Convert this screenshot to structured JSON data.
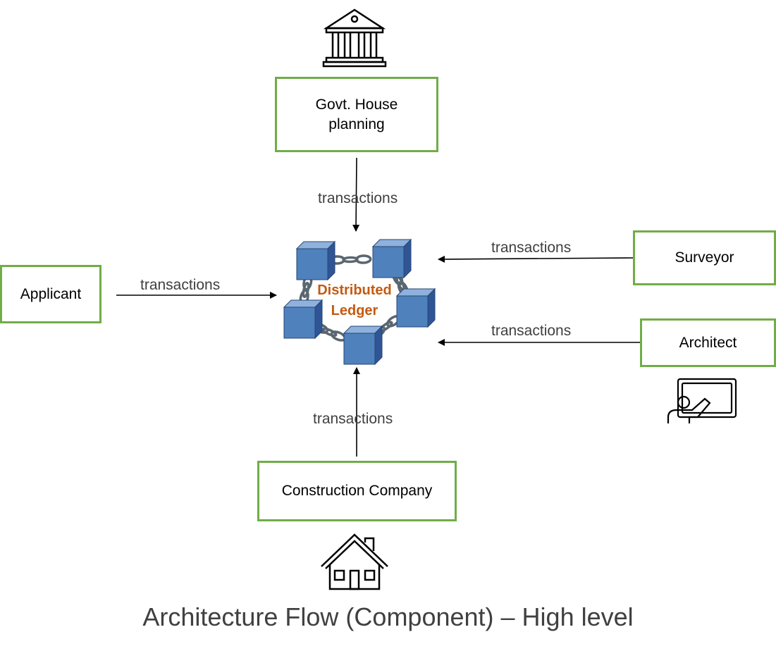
{
  "diagram": {
    "nodes": {
      "govt": {
        "label": "Govt. House planning"
      },
      "applicant": {
        "label": "Applicant"
      },
      "surveyor": {
        "label": "Surveyor"
      },
      "architect": {
        "label": "Architect"
      },
      "construction": {
        "label": "Construction Company"
      },
      "ledger": {
        "label": "Distributed Ledger"
      }
    },
    "edges": [
      {
        "from": "govt",
        "to": "ledger",
        "label": "transactions"
      },
      {
        "from": "applicant",
        "to": "ledger",
        "label": "transactions"
      },
      {
        "from": "surveyor",
        "to": "ledger",
        "label": "transactions"
      },
      {
        "from": "architect",
        "to": "ledger",
        "label": "transactions"
      },
      {
        "from": "construction",
        "to": "ledger",
        "label": "transactions"
      }
    ],
    "icons": [
      "government-building-icon",
      "presenter-board-icon",
      "house-icon",
      "blockchain-icon"
    ],
    "colors": {
      "box_border": "#70ad47",
      "ledger_text": "#c55a11",
      "block": "#4f81bd"
    },
    "title": "Architecture Flow (Component) – High level"
  }
}
